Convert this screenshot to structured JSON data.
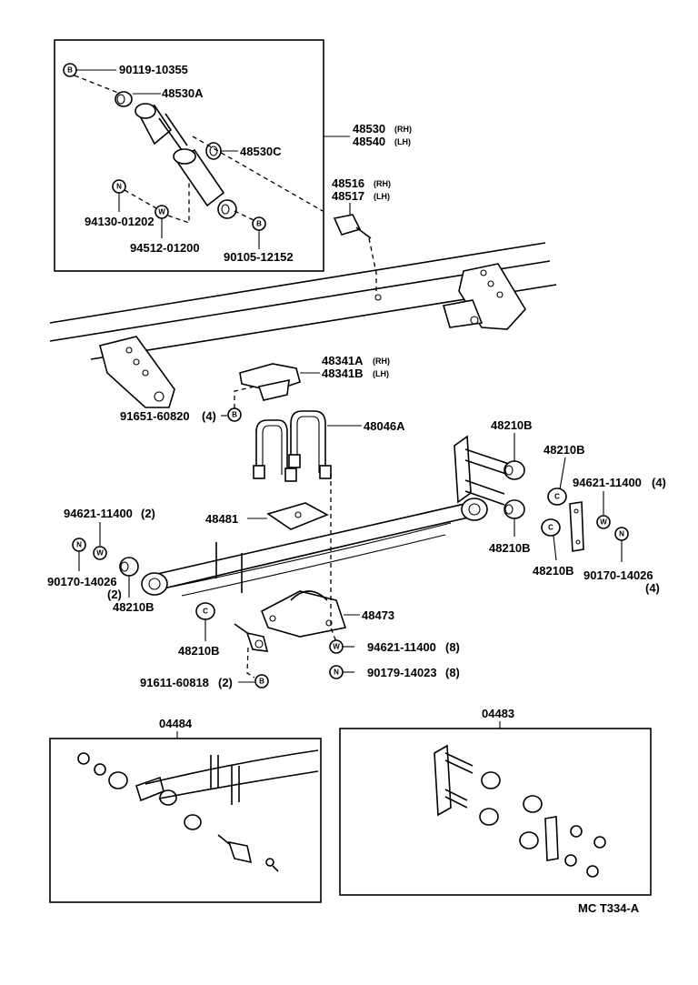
{
  "shock_box": {
    "p1": "90119-10355",
    "p2": "48530A",
    "p3": "48530C",
    "p4": "94130-01202",
    "p5": "94512-01200",
    "p6": "90105-12152"
  },
  "shock_absorber": {
    "part": "48530",
    "rh": "(RH)",
    "part2": "48540",
    "lh": "(LH)"
  },
  "stud_bolt": {
    "part": "48516",
    "rh": "(RH)",
    "part2": "48517",
    "lh": "(LH)"
  },
  "bumper_bracket": {
    "part": "48341A",
    "rh": "(RH)",
    "part2": "48341B",
    "lh": "(LH)"
  },
  "bolt_4": {
    "part": "91651-60820",
    "qty": "(4)"
  },
  "u_bolt": "48046A",
  "spring_pad": "48481",
  "spring_seat": "48473",
  "bushing": "48210B",
  "washer_2": {
    "part": "94621-11400",
    "qty": "(2)"
  },
  "nut_2": {
    "part": "90170-14026",
    "qty": "(2)"
  },
  "washer_4": {
    "part": "94621-11400",
    "qty": "(4)"
  },
  "nut_4": {
    "part": "90170-14026",
    "qty": "(4)"
  },
  "washer_8": {
    "part": "94621-11400",
    "qty": "(8)"
  },
  "nut_8": {
    "part": "90179-14023",
    "qty": "(8)"
  },
  "bolt_2": {
    "part": "91611-60818",
    "qty": "(2)"
  },
  "kit_front": "04484",
  "kit_rear": "04483",
  "footer_code": "MC  T334-A",
  "glyphs": {
    "bolt": "B",
    "nut": "N",
    "washer": "W",
    "collar": "C"
  }
}
